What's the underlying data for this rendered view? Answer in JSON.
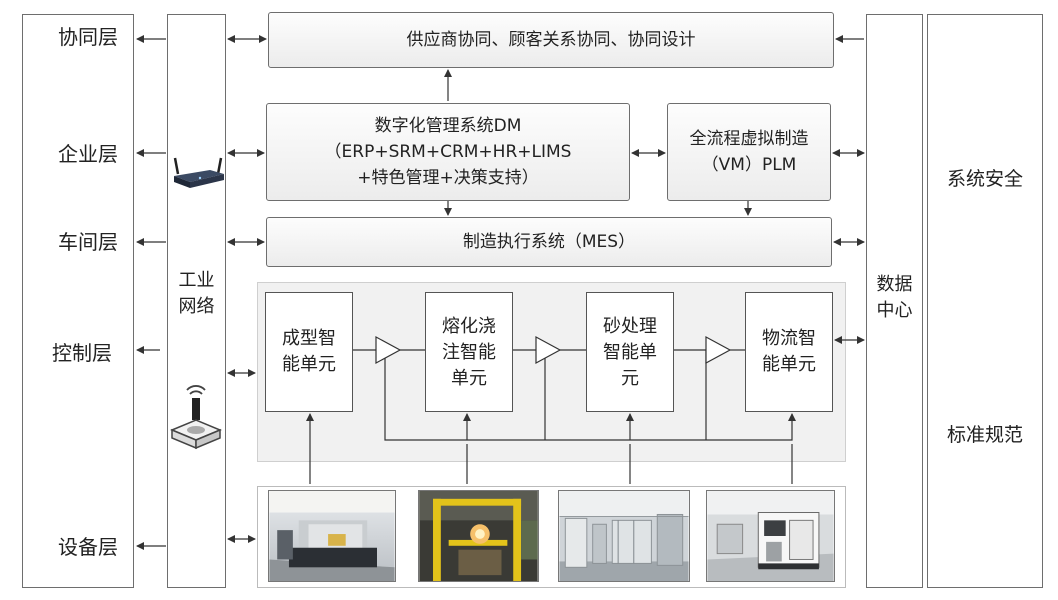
{
  "layers": [
    "协同层",
    "企业层",
    "车间层",
    "控制层",
    "设备层"
  ],
  "network": {
    "line1": "工业",
    "line2": "网络"
  },
  "top_box": "供应商协同、顾客关系协同、协同设计",
  "dm": {
    "line1": "数字化管理系统DM",
    "line2": "（ERP+SRM+CRM+HR+LIMS",
    "line3": "+特色管理+决策支持）"
  },
  "vm": {
    "line1": "全流程虚拟制造",
    "line2": "（VM）PLM"
  },
  "mes": "制造执行系统（MES）",
  "units": [
    {
      "line1": "成型智",
      "line2": "能单元",
      "line3": ""
    },
    {
      "line1": "熔化浇",
      "line2": "注智能",
      "line3": "单元"
    },
    {
      "line1": "砂处理",
      "line2": "智能单",
      "line3": "元"
    },
    {
      "line1": "物流智",
      "line2": "能单元",
      "line3": ""
    }
  ],
  "data_center": {
    "line1": "数据",
    "line2": "中心"
  },
  "right_items": [
    "系统安全",
    "标准规范"
  ],
  "colors": {
    "border": "#6e6e6e",
    "arrow": "#333333",
    "region": "#f1f1f1"
  },
  "icons": [
    "router-icon",
    "wireless-access-point-icon"
  ]
}
